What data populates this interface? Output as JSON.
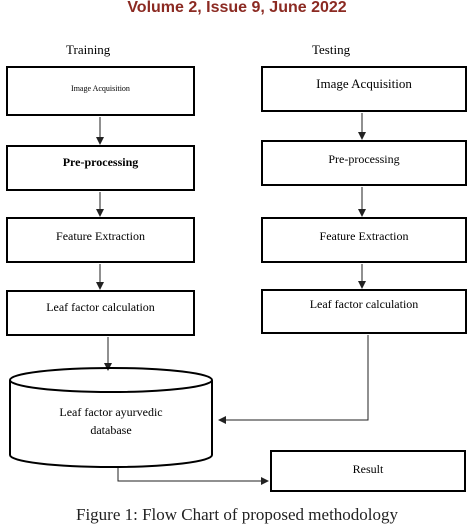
{
  "header": {
    "title": "Volume 2, Issue 9, June 2022"
  },
  "columns": {
    "training": "Training",
    "testing": "Testing"
  },
  "training_steps": [
    "Image Acquisition",
    "Pre-processing",
    "Feature Extraction",
    "Leaf factor calculation"
  ],
  "testing_steps": [
    "Image Acquisition",
    "Pre-processing",
    "Feature Extraction",
    "Leaf factor calculation"
  ],
  "database": {
    "line1": "Leaf factor ayurvedic",
    "line2": "database"
  },
  "result": "Result",
  "caption": "Figure 1: Flow Chart of proposed methodology"
}
